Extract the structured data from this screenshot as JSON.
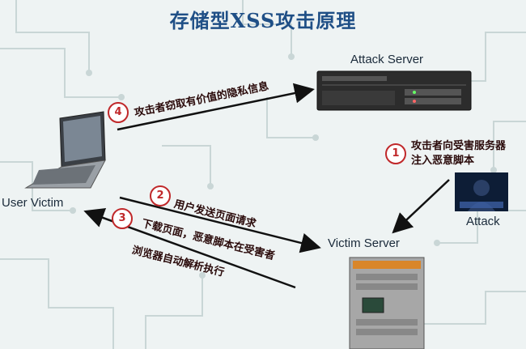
{
  "title": "存储型XSS攻击原理",
  "labels": {
    "attack_server": "Attack Server",
    "victim_server": "Victim Server",
    "user_victim": "User Victim",
    "attacker": "Attack"
  },
  "steps": [
    {
      "num": "1",
      "text_line1": "攻击者向受害服务器",
      "text_line2": "注入恶意脚本"
    },
    {
      "num": "2",
      "text": "用户发送页面请求"
    },
    {
      "num": "3",
      "text_line1": "下载页面，恶意脚本在受害者",
      "text_line2": "浏览器自动解析执行"
    },
    {
      "num": "4",
      "text": "攻击者窃取有价值的隐私信息"
    }
  ],
  "icons": {
    "attack_server": "rack-server-icon",
    "victim_server": "tower-server-icon",
    "user_victim": "laptop-icon",
    "attacker": "hacker-icon"
  },
  "colors": {
    "title": "#1f4f86",
    "step_circle": "#c0282a",
    "arrow": "#111111"
  }
}
